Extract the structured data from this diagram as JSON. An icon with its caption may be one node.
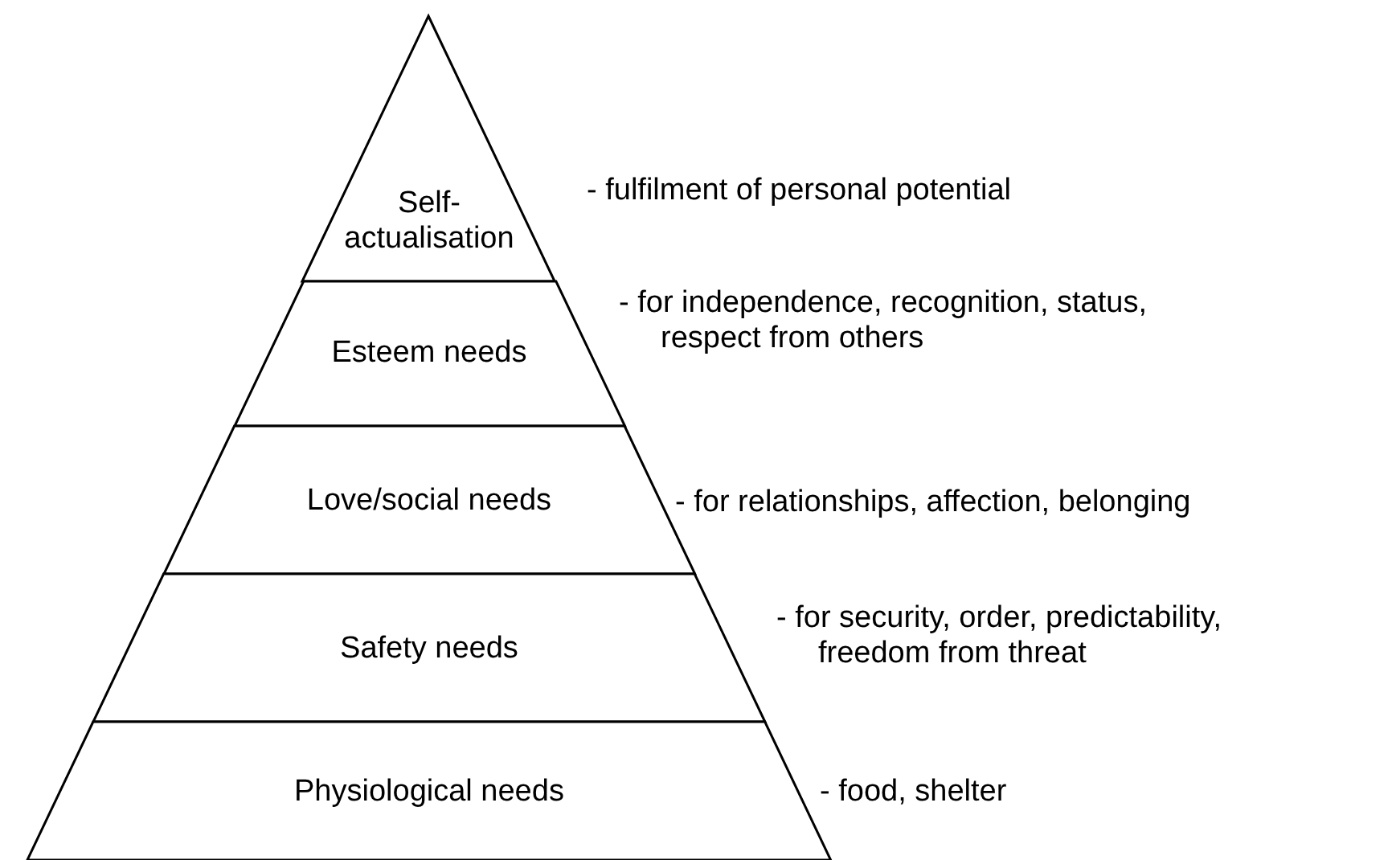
{
  "diagram": {
    "nodes": [
      {
        "text": [
          "Self- actualisation"
        ],
        "beside": [
          "- fulfilment of personal potential"
        ]
      },
      {
        "text": [
          "Esteem needs"
        ],
        "beside": [
          "- for independence, recognition, status, respect from others"
        ]
      },
      {
        "text": [
          "Love/social needs"
        ],
        "beside": [
          "- for relationships, affection, belonging"
        ]
      },
      {
        "text": [
          "Safety needs"
        ],
        "beside": [
          "- for security, order, predictability, freedom from threat"
        ]
      },
      {
        "text": [
          "Physiological needs"
        ],
        "beside": [
          "- food, shelter"
        ]
      }
    ]
  }
}
